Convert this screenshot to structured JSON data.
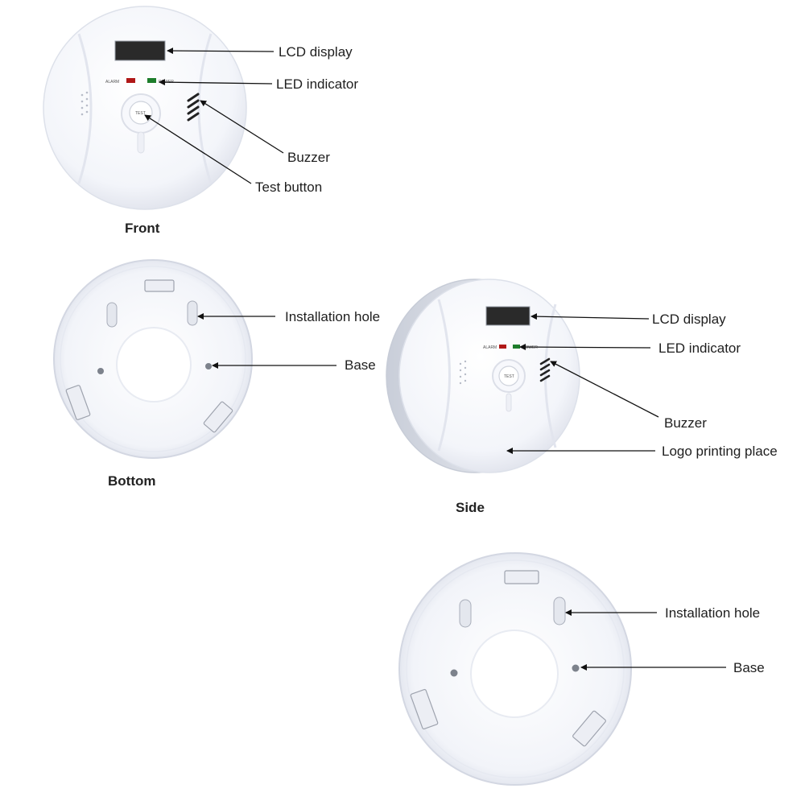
{
  "front": {
    "caption": "Front",
    "callouts": {
      "lcd": "LCD display",
      "led": "LED indicator",
      "buzzer": "Buzzer",
      "test": "Test button"
    },
    "panel": {
      "alarm": "ALARM",
      "power": "POWER",
      "test": "TEST"
    }
  },
  "bottom": {
    "caption": "Bottom",
    "callouts": {
      "hole": "Installation hole",
      "base": "Base"
    }
  },
  "side": {
    "caption": "Side",
    "callouts": {
      "lcd": "LCD display",
      "led": "LED indicator",
      "buzzer": "Buzzer",
      "logo": "Logo printing place"
    },
    "panel": {
      "alarm": "ALARM",
      "power": "POWER",
      "test": "TEST"
    }
  },
  "bottom2": {
    "callouts": {
      "hole": "Installation hole",
      "base": "Base"
    }
  },
  "colors": {
    "body": "#f4f6fb",
    "rim": "#dfe3ee",
    "lcd": "#2a2a2a",
    "alarm_led": "#b01818",
    "power_led": "#1d7d2b"
  }
}
